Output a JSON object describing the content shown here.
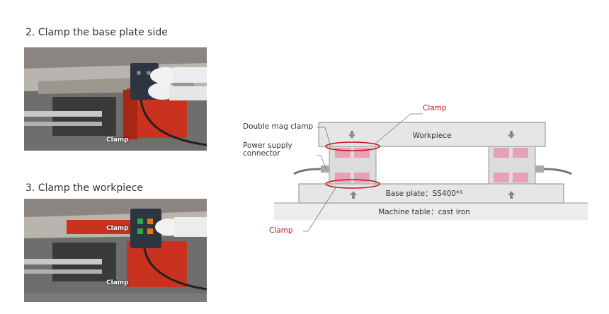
{
  "steps": [
    {
      "heading": "2. Clamp the base plate side",
      "photo_tags": [
        "Clamp"
      ]
    },
    {
      "heading": "3. Clamp the workpiece",
      "photo_tags": [
        "Clamp",
        "Clamp"
      ]
    }
  ],
  "diagram": {
    "labels": {
      "double_mag_clamp": "Double mag clamp",
      "power_supply_line1": "Power supply",
      "power_supply_line2": "connector",
      "clamp_top": "Clamp",
      "clamp_bottom": "Clamp",
      "workpiece": "Workpiece",
      "base_plate": "Base plate：SS400*¹",
      "machine_table": "Machine table：cast iron"
    }
  },
  "colors": {
    "accent_red": "#c0141c",
    "clamp_red": "#c8321e",
    "plate_gray": "#e6e6e6",
    "table_gray": "#ececec"
  }
}
